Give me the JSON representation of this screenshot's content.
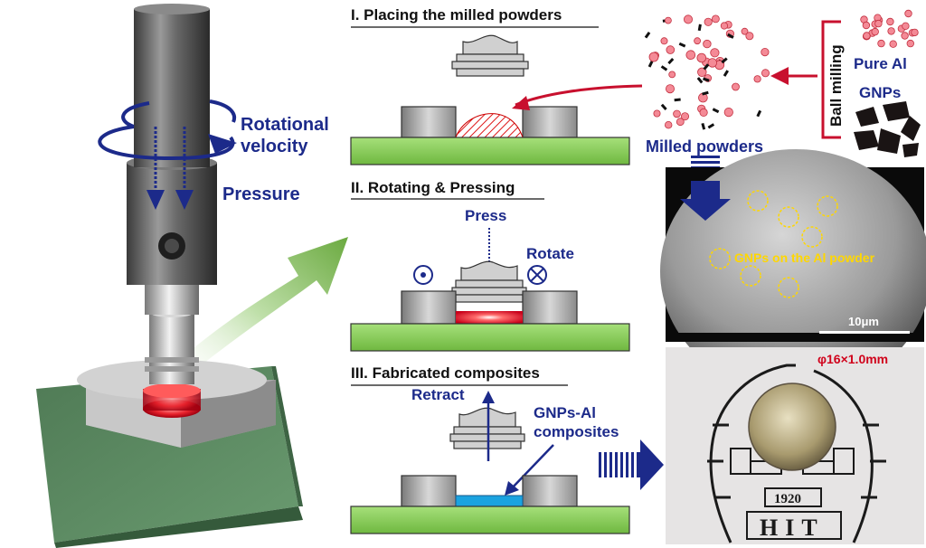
{
  "machine": {
    "rotational_label": "Rotational",
    "velocity_label": "velocity",
    "pressure_label": "Pressure"
  },
  "steps": [
    {
      "title": "I. Placing the milled powders"
    },
    {
      "title": "II. Rotating & Pressing",
      "press_label": "Press",
      "rotate_label": "Rotate"
    },
    {
      "title": "III. Fabricated composites",
      "retract_label": "Retract",
      "composites_label_1": "GNPs-Al",
      "composites_label_2": "composites"
    }
  ],
  "powder": {
    "ball_milling_label": "Ball milling",
    "pure_al_label": "Pure Al",
    "gnps_label": "GNPs",
    "milled_label": "Milled powders"
  },
  "sem": {
    "annotation": "GNPs on the Al powder",
    "scale_label": "10μm"
  },
  "sample": {
    "size_label": "φ16×1.0mm",
    "year_label": "1920",
    "logo_text": "HIT"
  },
  "colors": {
    "navy": "#1c2a8a",
    "red_arrow": "#c8102e",
    "green_platform": "#5a8a62",
    "green_plate": "#8ccf5a",
    "composite_blue": "#1aa3e0",
    "hot_red": "#e8222c",
    "sem_highlight": "#ffd700",
    "size_red": "#d0021b"
  }
}
